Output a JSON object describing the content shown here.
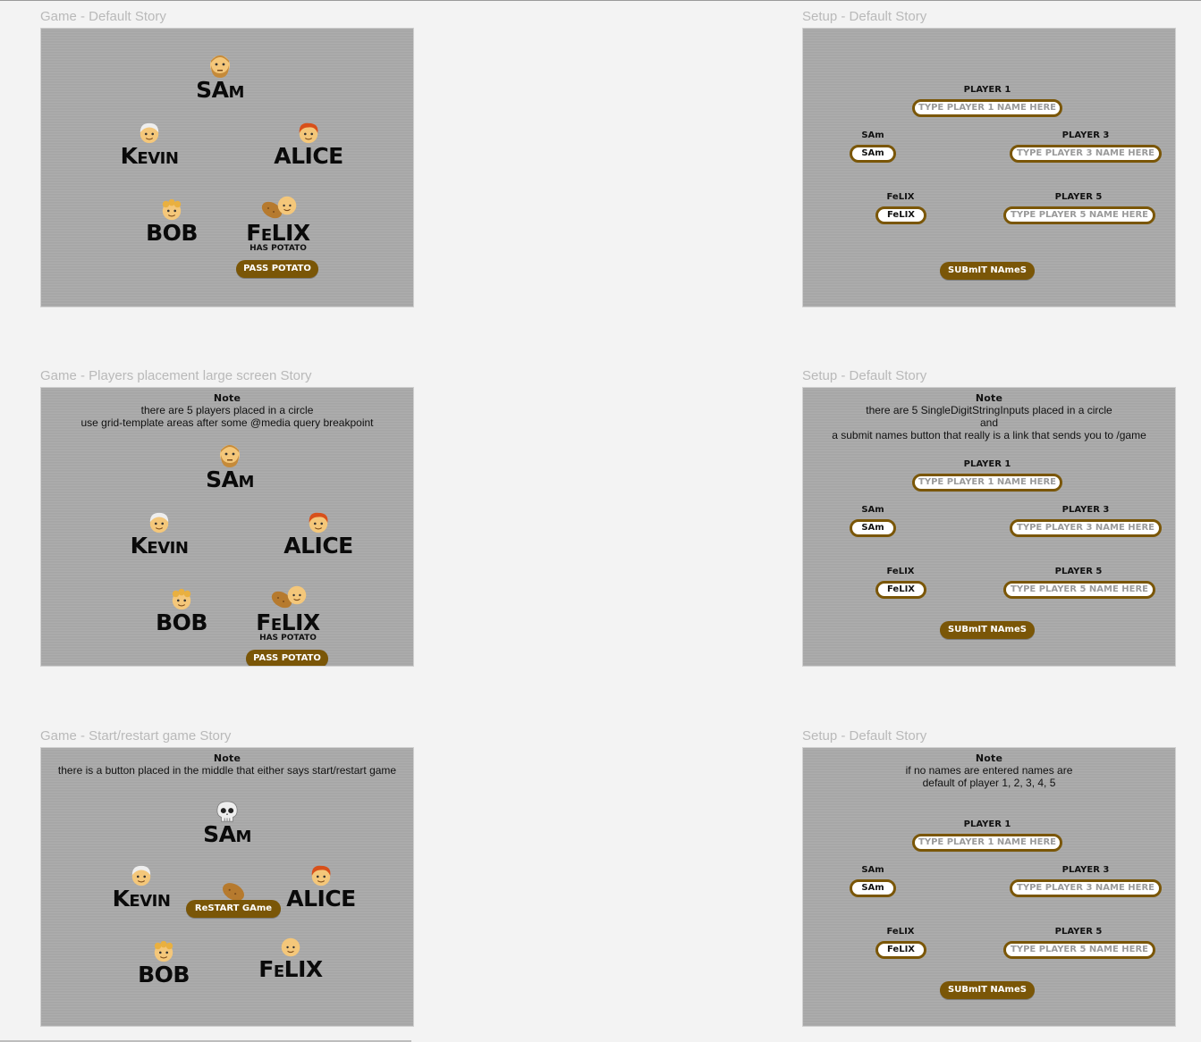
{
  "stories": [
    {
      "label": "Game - Default Story",
      "players": {
        "sam": "SAm",
        "kevin": "Kevin",
        "alice": "ALICE",
        "bob": "BOB",
        "felix": "FeLIX"
      },
      "has_potato": "HAS POTATO",
      "pass_button": "PASS POTATO"
    },
    {
      "label": "Setup - Default Story",
      "player1_label": "PLAYER 1",
      "player1_placeholder": "TYPE PLAYER 1 NAME HERE",
      "sam_label": "SAm",
      "sam_value": "SAm",
      "player3_label": "PLAYER 3",
      "player3_placeholder": "TYPE PLAYER 3 NAME HERE",
      "felix_label": "FeLIX",
      "felix_value": "FeLIX",
      "player5_label": "PLAYER 5",
      "player5_placeholder": "TYPE PLAYER 5 NAME HERE",
      "submit_button": "SUBmIT NAmeS"
    },
    {
      "label": "Game - Players placement large screen Story",
      "note_title": "Note",
      "note_lines": [
        "there are 5 players placed in a circle",
        "use grid-template areas after some @media query breakpoint"
      ],
      "players": {
        "sam": "SAm",
        "kevin": "Kevin",
        "alice": "ALICE",
        "bob": "BOB",
        "felix": "FeLIX"
      },
      "has_potato": "HAS POTATO",
      "pass_button": "PASS POTATO"
    },
    {
      "label": "Setup - Default Story",
      "note_title": "Note",
      "note_lines": [
        "there are 5 SingleDigitStringInputs placed in a circle",
        "and",
        "a submit names button that really is a link that sends you to /game"
      ],
      "player1_label": "PLAYER 1",
      "player1_placeholder": "TYPE PLAYER 1 NAME HERE",
      "sam_label": "SAm",
      "sam_value": "SAm",
      "player3_label": "PLAYER 3",
      "player3_placeholder": "TYPE PLAYER 3 NAME HERE",
      "felix_label": "FeLIX",
      "felix_value": "FeLIX",
      "player5_label": "PLAYER 5",
      "player5_placeholder": "TYPE PLAYER 5 NAME HERE",
      "submit_button": "SUBmIT NAmeS"
    },
    {
      "label": "Game - Start/restart game Story",
      "note_title": "Note",
      "note_lines": [
        "there is a button placed in the middle that either says start/restart game"
      ],
      "players": {
        "sam": "SAm",
        "kevin": "Kevin",
        "alice": "ALICE",
        "bob": "BOB",
        "felix": "FeLIX"
      },
      "restart_button": "ReSTART GAme"
    },
    {
      "label": "Setup - Default Story",
      "note_title": "Note",
      "note_lines": [
        "if no names are entered names are",
        "default of player 1, 2, 3, 4, 5"
      ],
      "player1_label": "PLAYER 1",
      "player1_placeholder": "TYPE PLAYER 1 NAME HERE",
      "sam_label": "SAm",
      "sam_value": "SAm",
      "player3_label": "PLAYER 3",
      "player3_placeholder": "TYPE PLAYER 3 NAME HERE",
      "felix_label": "FeLIX",
      "felix_value": "FeLIX",
      "player5_label": "PLAYER 5",
      "player5_placeholder": "TYPE PLAYER 5 NAME HERE",
      "submit_button": "SUBmIT NAmeS"
    }
  ],
  "icons": {
    "sam": "bearded-man-face-icon",
    "kevin": "white-haired-man-face-icon",
    "alice": "red-haired-person-face-icon",
    "bob": "curly-haired-person-face-icon",
    "felix": "bald-person-face-icon",
    "potato": "potato-icon",
    "dead": "skull-icon"
  },
  "colors": {
    "button": "#7a5607",
    "frame": "#a9a9a9",
    "field_border": "#7a5607"
  }
}
